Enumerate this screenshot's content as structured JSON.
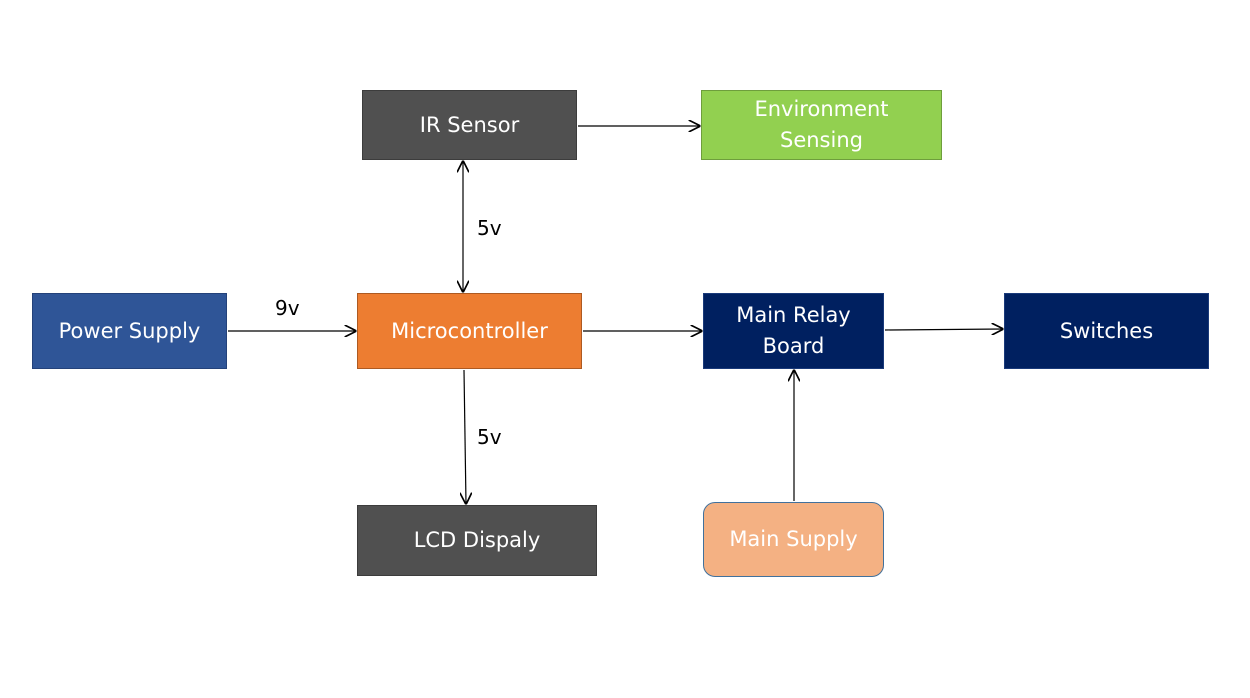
{
  "nodes": {
    "ir_sensor": {
      "label": "IR Sensor",
      "fill": "#505050",
      "border": "#3c3c3c",
      "text_color": "#ffffff"
    },
    "environment_sensing": {
      "label": "Environment\nSensing",
      "fill": "#92d050",
      "border": "#6e9e3c",
      "text_color": "#ffffff"
    },
    "power_supply": {
      "label": "Power Supply",
      "fill": "#2f5597",
      "border": "#24427a",
      "text_color": "#ffffff"
    },
    "microcontroller": {
      "label": "Microcontroller",
      "fill": "#ed7d31",
      "border": "#ad5a22",
      "text_color": "#ffffff"
    },
    "main_relay_board": {
      "label": "Main Relay\nBoard",
      "fill": "#002060",
      "border": "#1a3a7a",
      "text_color": "#ffffff"
    },
    "switches": {
      "label": "Switches",
      "fill": "#002060",
      "border": "#1a3a7a",
      "text_color": "#ffffff"
    },
    "lcd_display": {
      "label": "LCD Dispaly",
      "fill": "#505050",
      "border": "#3c3c3c",
      "text_color": "#ffffff"
    },
    "main_supply": {
      "label": "Main Supply",
      "fill": "#f4b183",
      "border": "#41719c",
      "text_color": "#ffffff"
    }
  },
  "edge_labels": {
    "power_to_micro": "9v",
    "micro_ir": "5v",
    "micro_lcd": "5v"
  },
  "edges": [
    {
      "from": "power_supply",
      "to": "microcontroller",
      "label": "9v",
      "direction": "forward"
    },
    {
      "from": "microcontroller",
      "to": "ir_sensor",
      "label": "5v",
      "direction": "both"
    },
    {
      "from": "ir_sensor",
      "to": "environment_sensing",
      "label": "",
      "direction": "forward"
    },
    {
      "from": "microcontroller",
      "to": "main_relay_board",
      "label": "",
      "direction": "forward"
    },
    {
      "from": "main_relay_board",
      "to": "switches",
      "label": "",
      "direction": "forward"
    },
    {
      "from": "microcontroller",
      "to": "lcd_display",
      "label": "5v",
      "direction": "forward"
    },
    {
      "from": "main_supply",
      "to": "main_relay_board",
      "label": "",
      "direction": "forward"
    }
  ],
  "colors": {
    "connector": "#000000",
    "background": "#ffffff"
  }
}
